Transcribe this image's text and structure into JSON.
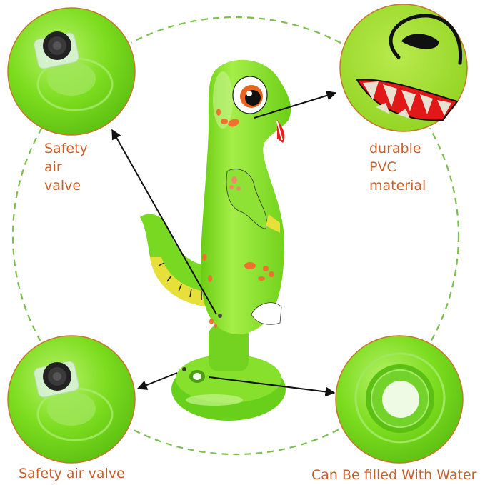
{
  "image": {
    "subject": "inflatable green dinosaur punching bag",
    "background": "#ffffff",
    "dashed_ring_color": "#7cbf4e",
    "callout_border_color": "#c8762e",
    "label_color": "#c8602c",
    "toy_green": "#7cdc1e",
    "arrow_color": "#111111"
  },
  "callouts": [
    {
      "id": "top-left",
      "label_lines": [
        "Safety",
        "air",
        "valve"
      ],
      "depicts": "close-up of air valve",
      "icon": "air-valve-icon"
    },
    {
      "id": "top-right",
      "label_lines": [
        "durable",
        "PVC",
        "material"
      ],
      "depicts": "close-up of dinosaur eye and teeth",
      "icon": "dino-face-closeup-icon"
    },
    {
      "id": "bottom-left",
      "label": "Safety air valve",
      "depicts": "close-up of air valve on base",
      "icon": "air-valve-icon"
    },
    {
      "id": "bottom-right",
      "label": "Can Be filled With Water",
      "depicts": "close-up of water fill opening",
      "icon": "water-fill-port-icon"
    }
  ]
}
